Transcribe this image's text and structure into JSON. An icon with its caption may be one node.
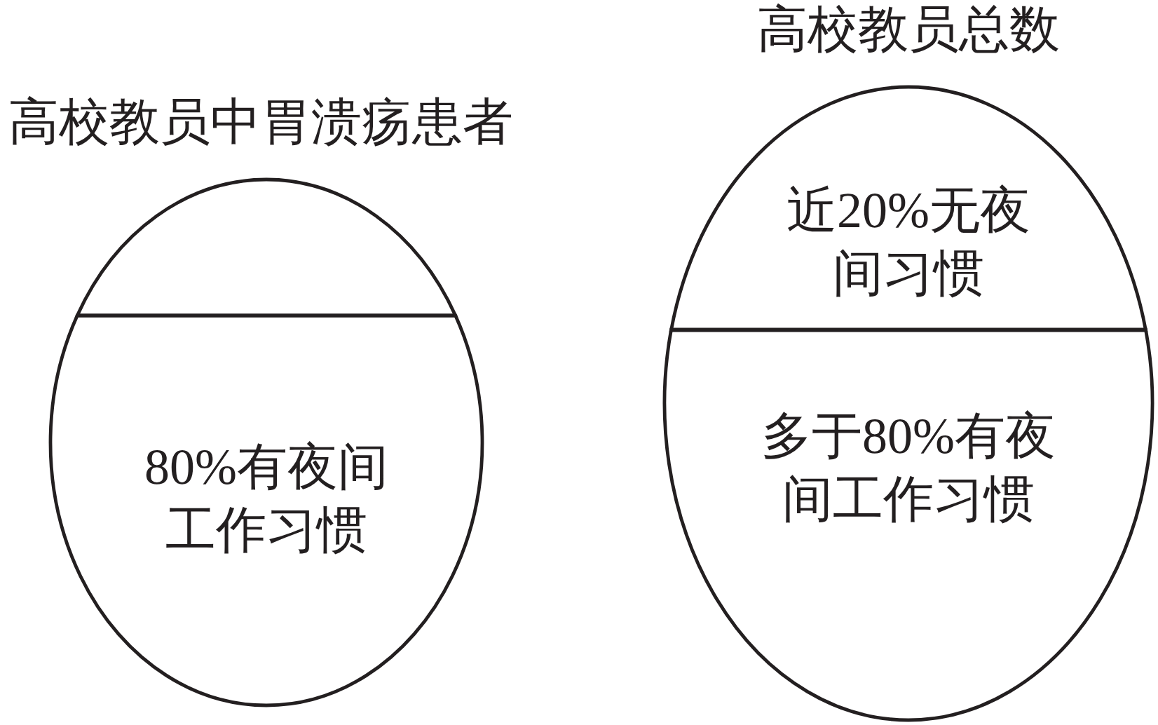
{
  "diagram": {
    "nodes": [
      {
        "text": [
          "高校教员中胃溃疡患者"
        ]
      },
      {
        "text": [],
        "shape": "segment",
        "in": 0
      },
      {
        "text": [
          "80%有夜间工作习惯"
        ],
        "in": 0
      },
      {
        "text": [
          "高校教员总数"
        ]
      },
      {
        "text": [
          "近20%无夜间习惯"
        ],
        "in": 3
      },
      {
        "text": [
          "多于80%有夜间工作习惯"
        ],
        "in": 3
      }
    ]
  }
}
